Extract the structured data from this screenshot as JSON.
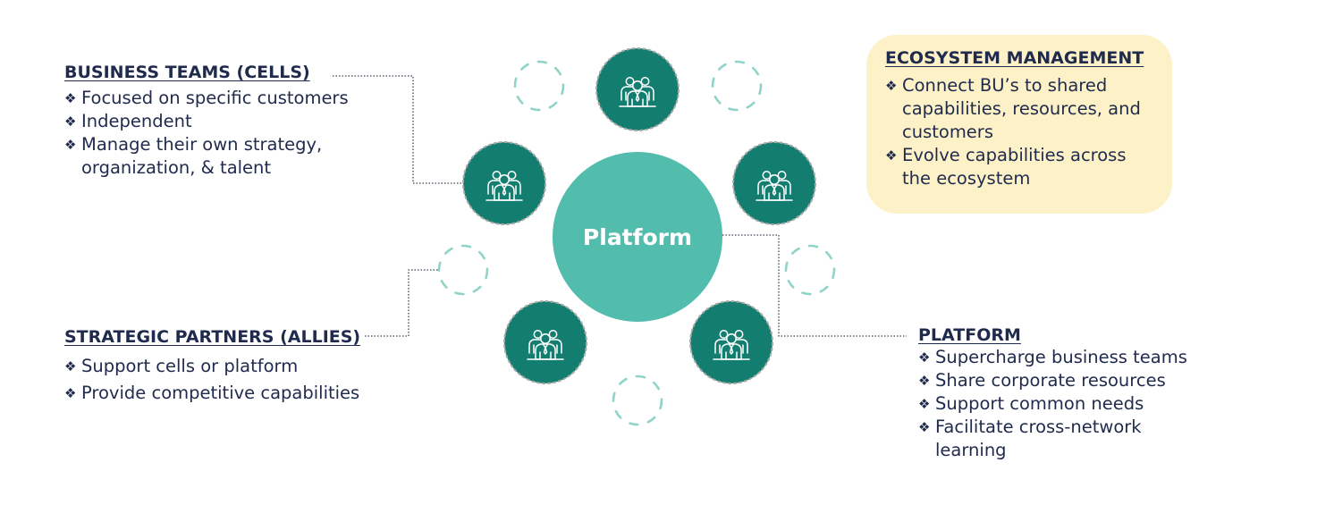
{
  "center": {
    "label": "Platform"
  },
  "business_teams": {
    "heading": "BUSINESS TEAMS (CELLS)",
    "items": [
      "Focused on specific customers",
      "Independent",
      "Manage their own strategy,",
      "organization, & talent"
    ]
  },
  "strategic_partners": {
    "heading": "STRATEGIC PARTNERS (ALLIES)",
    "items": [
      "Support cells or platform",
      "Provide competitive capabilities"
    ]
  },
  "platform": {
    "heading": "PLATFORM",
    "items": [
      "Supercharge business teams",
      "Share corporate resources",
      "Support common needs",
      "Facilitate cross-network",
      "learning"
    ]
  },
  "ecosystem": {
    "heading": "ECOSYSTEM MANAGEMENT",
    "items": [
      "Connect BU’s to shared",
      "capabilities, resources, and",
      "customers",
      "Evolve capabilities across",
      "the ecosystem"
    ]
  },
  "bullet_glyph": "❖",
  "colors": {
    "center": "#52bcad",
    "team_node": "#137e70",
    "dashed_node": "#8fd3c9",
    "text": "#1f2a4d",
    "callout_bg": "#fdf2c7"
  },
  "icons": {
    "team_node": "people-group-icon",
    "bullet": "diamond-bullet-icon"
  }
}
